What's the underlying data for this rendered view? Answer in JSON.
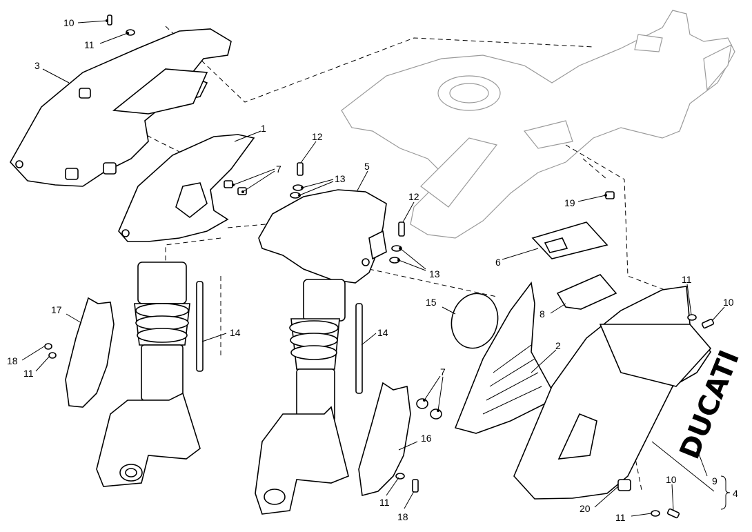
{
  "callouts": {
    "p1": "1",
    "p2": "2",
    "p3": "3",
    "p4": "4",
    "p5": "5",
    "p6": "6",
    "p7a": "7",
    "p7b": "7",
    "p8": "8",
    "p9": "9",
    "p10a": "10",
    "p10b": "10",
    "p10c": "10",
    "p11a": "11",
    "p11b": "11",
    "p11c": "11",
    "p11d": "11",
    "p11e": "11",
    "p12a": "12",
    "p12b": "12",
    "p13a": "13",
    "p13b": "13",
    "p14a": "14",
    "p14b": "14",
    "p15": "15",
    "p16": "16",
    "p17": "17",
    "p18a": "18",
    "p18b": "18",
    "p19": "19",
    "p20": "20"
  },
  "decal_text": "DUCATI"
}
